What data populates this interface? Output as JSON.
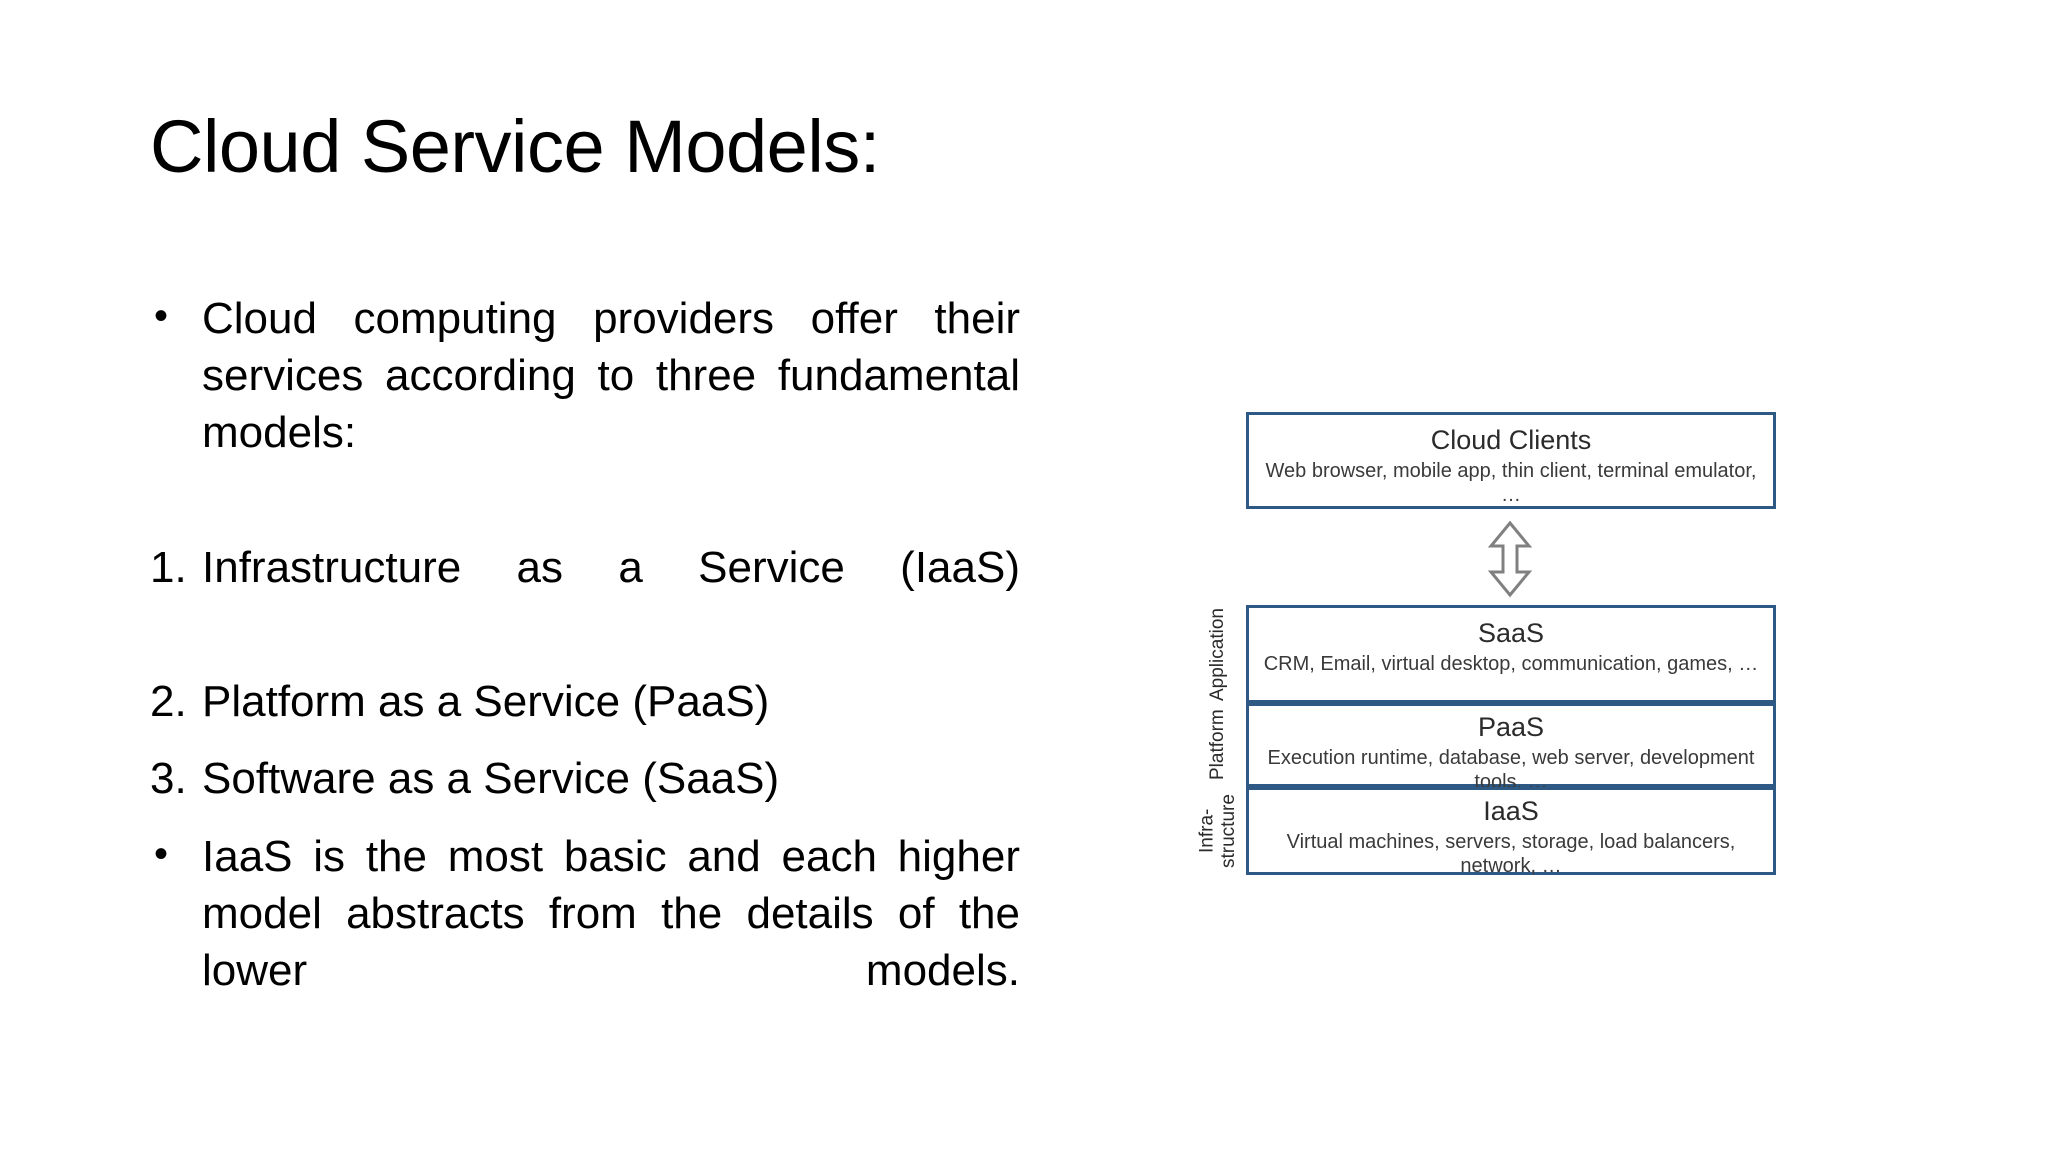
{
  "slide": {
    "title": "Cloud Service Models:",
    "background_color": "#FFFFFF",
    "body": [
      {
        "marker": "•",
        "marker_type": "bullet",
        "text": "Cloud computing providers offer their services according to three fundamental models:"
      },
      {
        "marker": "1.",
        "marker_type": "number",
        "text": "Infrastructure as a Service (IaaS)"
      },
      {
        "marker": "2.",
        "marker_type": "number",
        "text": "Platform as a Service (PaaS)"
      },
      {
        "marker": "3.",
        "marker_type": "number",
        "text": "Software as a Service (SaaS)"
      },
      {
        "marker": "•",
        "marker_type": "bullet",
        "text": "IaaS is the most basic and each higher model abstracts from the details of the lower models."
      }
    ]
  },
  "diagram": {
    "border_color": "#2E5984",
    "arrow_color": "#808080",
    "arrow_icon": "double-headed-vertical-arrow",
    "boxes": [
      {
        "id": "cloud-clients",
        "title": "Cloud Clients",
        "subtitle": "Web browser, mobile app, thin client, terminal emulator, …"
      },
      {
        "id": "saas",
        "title": "SaaS",
        "subtitle": "CRM, Email, virtual desktop, communication, games, …"
      },
      {
        "id": "paas",
        "title": "PaaS",
        "subtitle": "Execution runtime, database, web server, development tools, …"
      },
      {
        "id": "iaas",
        "title": "IaaS",
        "subtitle": "Virtual machines, servers, storage, load balancers, network, …"
      }
    ],
    "side_labels": [
      {
        "id": "application",
        "text": "Application"
      },
      {
        "id": "platform",
        "text": "Platform"
      },
      {
        "id": "infrastructure",
        "text": "Infra-\nstructure"
      }
    ]
  }
}
